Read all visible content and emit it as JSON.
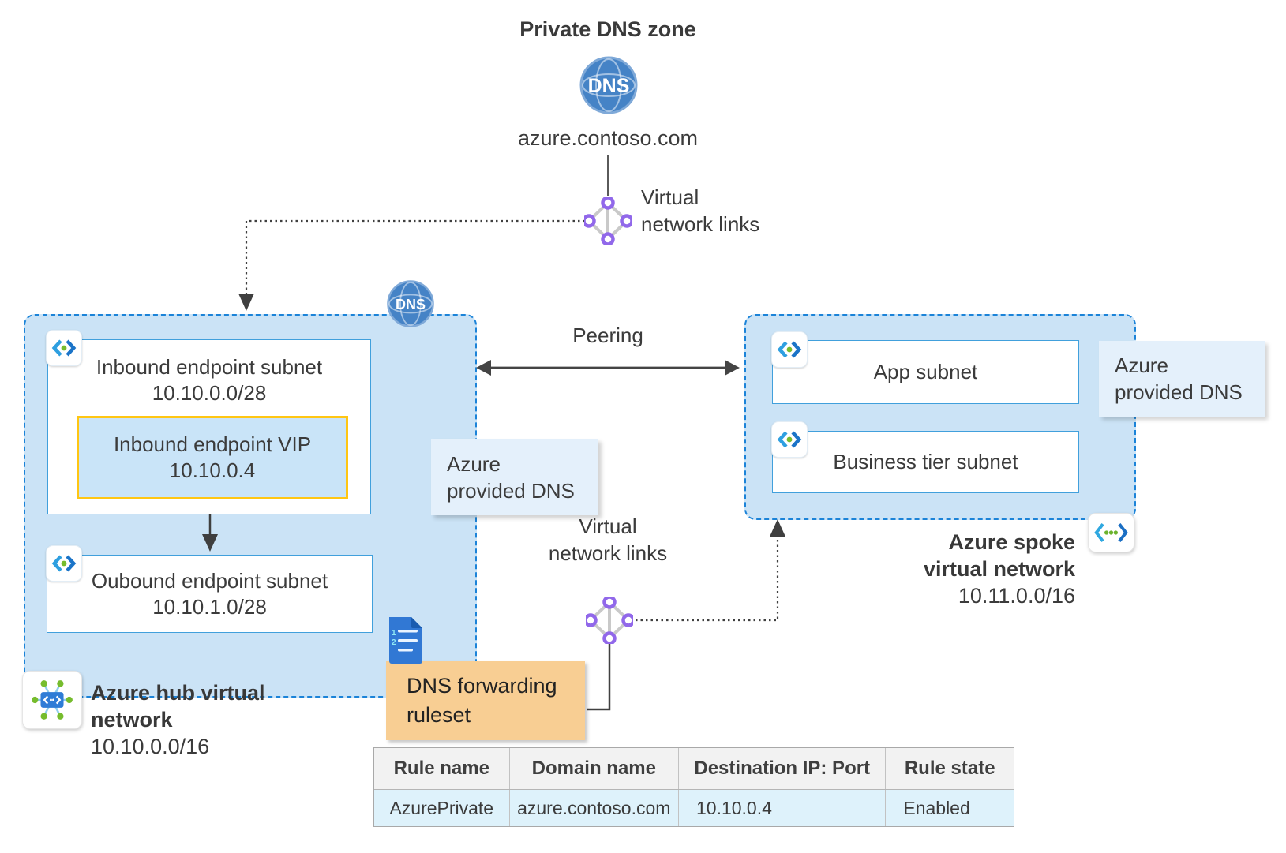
{
  "diagram_title": "Private DNS zone",
  "dns_zone": {
    "badge": "DNS",
    "domain": "azure.contoso.com"
  },
  "virtual_network_links_top": {
    "line1": "Virtual",
    "line2": "network links"
  },
  "hub_network": {
    "dns_badge": "DNS",
    "label_line1": "Azure hub virtual",
    "label_line2": "network",
    "cidr": "10.10.0.0/16",
    "inbound_subnet": {
      "name": "Inbound endpoint subnet",
      "cidr": "10.10.0.0/28"
    },
    "inbound_vip": {
      "name": "Inbound endpoint VIP",
      "ip": "10.10.0.4"
    },
    "outbound_subnet": {
      "name": "Oubound endpoint subnet",
      "cidr": "10.10.1.0/28"
    }
  },
  "azure_provided_dns_left": {
    "line1": "Azure",
    "line2": "provided DNS"
  },
  "peering_label": "Peering",
  "spoke_network": {
    "label_line1": "Azure spoke",
    "label_line2": "virtual network",
    "cidr": "10.11.0.0/16",
    "app_subnet": "App subnet",
    "business_subnet": "Business tier subnet"
  },
  "azure_provided_dns_right": {
    "line1": "Azure",
    "line2": "provided DNS"
  },
  "virtual_network_links_bottom": {
    "line1": "Virtual",
    "line2": "network links"
  },
  "dns_forwarding_ruleset": {
    "line1": "DNS forwarding",
    "line2": "ruleset"
  },
  "ruleset_table": {
    "headers": [
      "Rule name",
      "Domain name",
      "Destination IP: Port",
      "Rule state"
    ],
    "rows": [
      [
        "AzurePrivate",
        "azure.contoso.com",
        "10.10.0.4",
        "Enabled"
      ]
    ]
  },
  "colors": {
    "vnet_fill": "#CBE3F6",
    "vnet_border": "#1B83D8",
    "subnet_box_border": "#41A0DC",
    "vip_border": "#FFC613",
    "provided_dns_fill": "#E4F0FB",
    "ruleset_fill": "#F8CE93",
    "table_header_bg": "#F2F2F2",
    "table_row_bg": "#DEF2FB",
    "globe_blue": "#4583C6",
    "link_purple": "#9168EA",
    "dot_green": "#76BC2D",
    "connector_dark": "#3F3F3F"
  }
}
